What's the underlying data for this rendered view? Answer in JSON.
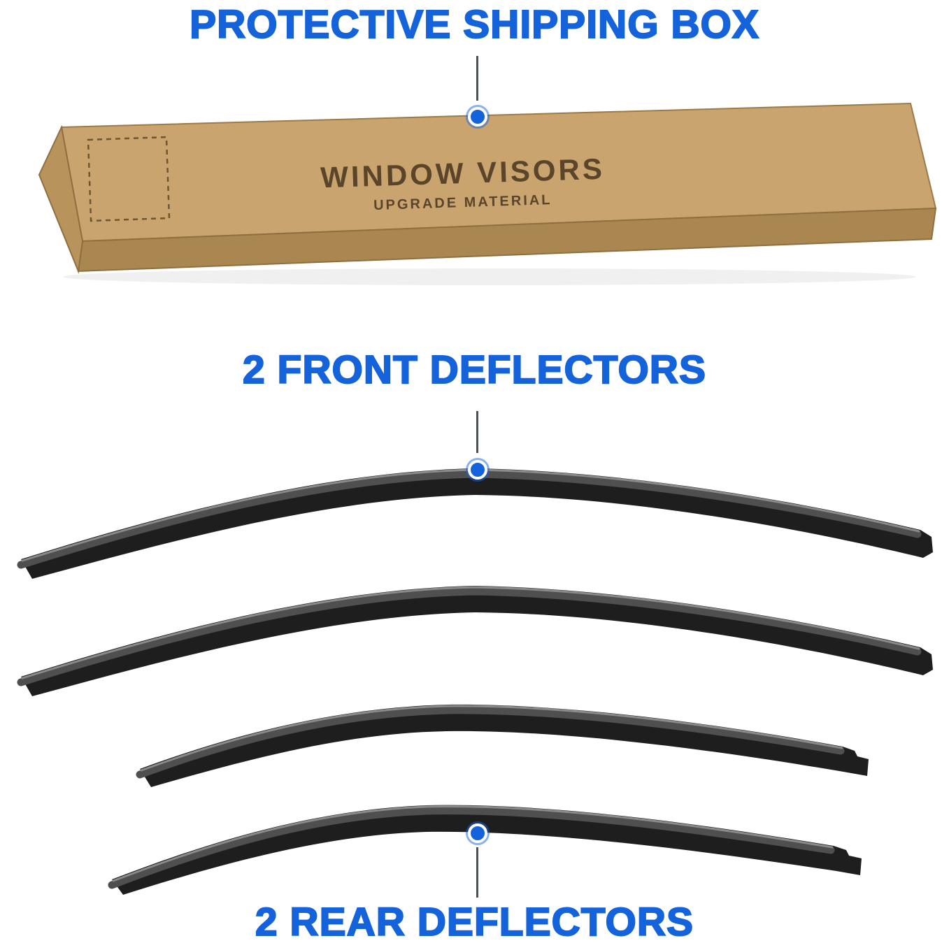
{
  "accent_color": "#1563db",
  "headings": {
    "shipping_box": "PROTECTIVE SHIPPING BOX",
    "front_deflectors": "2 FRONT DEFLECTORS",
    "rear_deflectors": "2 REAR DEFLECTORS"
  },
  "box": {
    "title": "WINDOW VISORS",
    "subtitle": "UPGRADE MATERIAL",
    "kraft_top_color": "#c9a46e",
    "kraft_front_color": "#aa8751",
    "kraft_side_color": "#b8935c"
  },
  "deflectors": {
    "front_count": 2,
    "rear_count": 2,
    "color": "#1e1e1e"
  }
}
